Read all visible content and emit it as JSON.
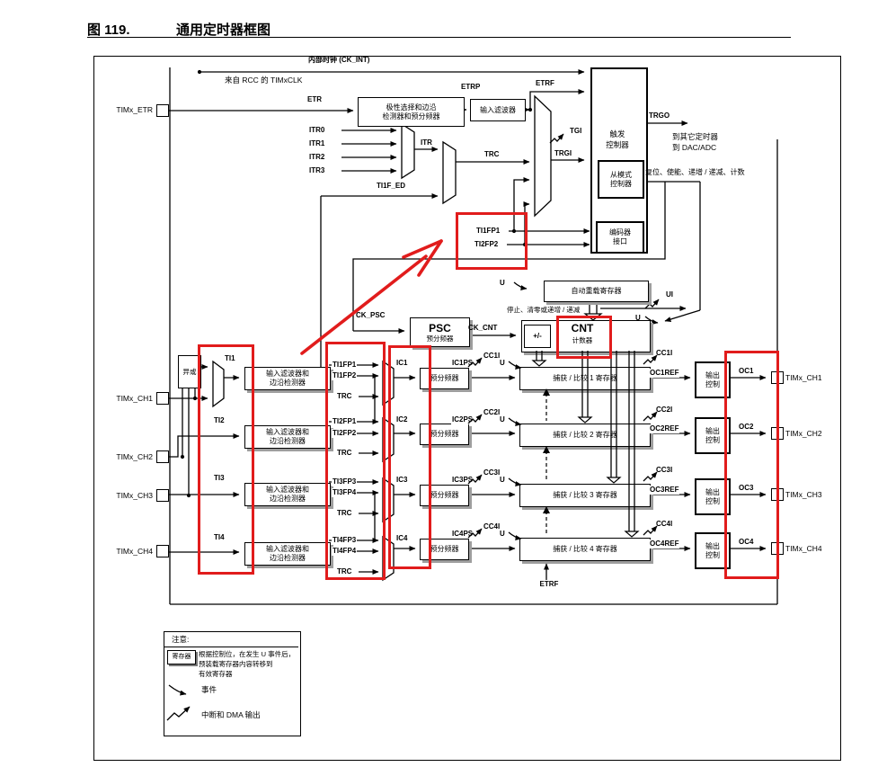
{
  "title": {
    "figure_no": "图 119.",
    "figure_name": "通用定时器框图"
  },
  "colors": {
    "annotation_red": "#e11c1c",
    "wire_black": "#000000",
    "box_shadow_gray": "#9e9e9e",
    "background": "#ffffff"
  },
  "top": {
    "internal_clock": "内部时钟 (CK_INT)",
    "from_rcc": "来自 RCC 的 TIMxCLK",
    "timx_etr": "TIMx_ETR",
    "etr": "ETR",
    "polarity_line1": "极性选择和边沿",
    "polarity_line2": "检测器和预分频器",
    "etrp": "ETRP",
    "input_filter": "输入滤波器",
    "etrf": "ETRF",
    "itr0": "ITR0",
    "itr1": "ITR1",
    "itr2": "ITR2",
    "itr3": "ITR3",
    "itr": "ITR",
    "ti1f_ed": "TI1F_ED",
    "trc": "TRC",
    "tgi": "TGI",
    "trgi": "TRGI",
    "trigger_line1": "触发",
    "trigger_line2": "控制器",
    "trgo": "TRGO",
    "to_timers": "到其它定时器",
    "to_dac": "到 DAC/ADC",
    "slave_line1": "从模式",
    "slave_line2": "控制器",
    "slave_actions": "复位、使能、递增 / 递减、计数",
    "ti1fp1": "TI1FP1",
    "ti2fp2": "TI2FP2",
    "encoder_line1": "编码器",
    "encoder_line2": "接口"
  },
  "core": {
    "u": "U",
    "ui": "UI",
    "autoreload": "自动重载寄存器",
    "stop_clear": "停止、清零或递增 / 递减",
    "ck_psc": "CK_PSC",
    "psc": "PSC",
    "psc_sub": "预分频器",
    "ck_cnt": "CK_CNT",
    "updown": "+/-",
    "cnt": "CNT",
    "cnt_sub": "计数器",
    "etrf_bottom": "ETRF"
  },
  "channels": [
    {
      "input_pin": "TIMx_CH1",
      "xor": "异或",
      "ti": "TI1",
      "filter_line1": "输入滤波器和",
      "filter_line2": "边沿检测器",
      "fp1": "TI1FP1",
      "fp2": "TI1FP2",
      "trc": "TRC",
      "ic": "IC1",
      "prescaler": "预分频器",
      "icps": "IC1PS",
      "cci": "CC1I",
      "u": "U",
      "register": "捕获 / 比较 1 寄存器",
      "ocref": "OC1REF",
      "output_line1": "输出",
      "output_line2": "控制",
      "oc": "OC1",
      "output_pin": "TIMx_CH1"
    },
    {
      "input_pin": "TIMx_CH2",
      "ti": "TI2",
      "filter_line1": "输入滤波器和",
      "filter_line2": "边沿检测器",
      "fp1": "TI2FP1",
      "fp2": "TI2FP2",
      "trc": "TRC",
      "ic": "IC2",
      "prescaler": "预分频器",
      "icps": "IC2PS",
      "cci": "CC2I",
      "u": "U",
      "register": "捕获 / 比较 2 寄存器",
      "ocref": "OC2REF",
      "output_line1": "输出",
      "output_line2": "控制",
      "oc": "OC2",
      "output_pin": "TIMx_CH2"
    },
    {
      "input_pin": "TIMx_CH3",
      "ti": "TI3",
      "filter_line1": "输入滤波器和",
      "filter_line2": "边沿检测器",
      "fp1": "TI3FP3",
      "fp2": "TI3FP4",
      "trc": "TRC",
      "ic": "IC3",
      "prescaler": "预分频器",
      "icps": "IC3PS",
      "cci": "CC3I",
      "u": "U",
      "register": "捕获 / 比较 3 寄存器",
      "ocref": "OC3REF",
      "output_line1": "输出",
      "output_line2": "控制",
      "oc": "OC3",
      "output_pin": "TIMx_CH3"
    },
    {
      "input_pin": "TIMx_CH4",
      "ti": "TI4",
      "filter_line1": "输入滤波器和",
      "filter_line2": "边沿检测器",
      "fp1": "TI4FP3",
      "fp2": "TI4FP4",
      "trc": "TRC",
      "ic": "IC4",
      "prescaler": "预分频器",
      "icps": "IC4PS",
      "cci": "CC4I",
      "u": "U",
      "register": "捕获 / 比较 4 寄存器",
      "ocref": "OC4REF",
      "output_line1": "输出",
      "output_line2": "控制",
      "oc": "OC4",
      "output_pin": "TIMx_CH4"
    }
  ],
  "legend": {
    "note": "注意:",
    "register_symbol": "寄存器",
    "preload_line1": "根据控制位，在发生 U 事件后，",
    "preload_line2": "预装载寄存器内容转移到",
    "preload_line3": "有效寄存器",
    "event": "事件",
    "interrupt": "中断和 DMA 输出"
  }
}
